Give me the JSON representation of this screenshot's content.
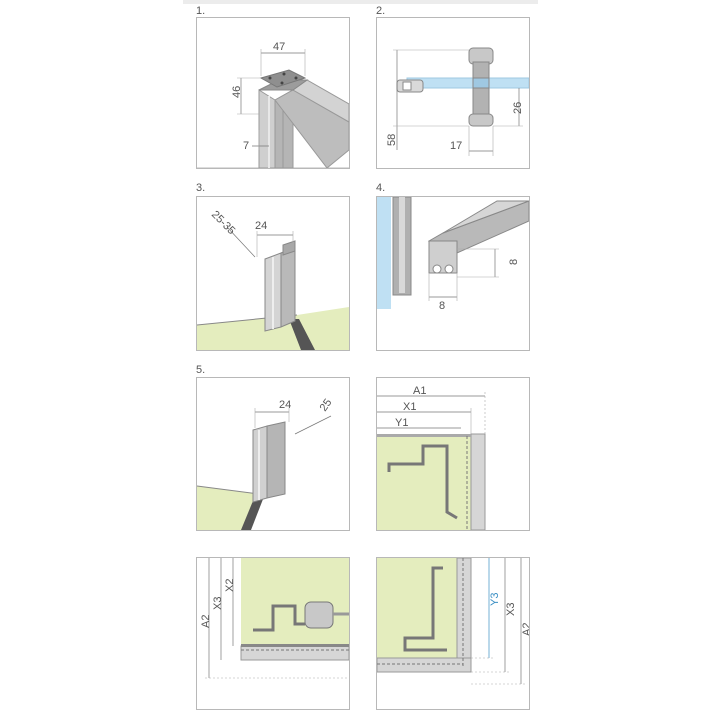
{
  "steps": {
    "s1": "1.",
    "s2": "2.",
    "s3": "3.",
    "s4": "4.",
    "s5": "5."
  },
  "dims": {
    "p1": {
      "width": "47",
      "height": "46",
      "side": "7"
    },
    "p2": {
      "total": "58",
      "width": "17",
      "height": "26"
    },
    "p3": {
      "depth": "25-35",
      "width": "24"
    },
    "p4": {
      "width": "8",
      "height": "8"
    },
    "p5": {
      "width": "24",
      "depth": "25"
    },
    "p6": {
      "a": "A1",
      "x": "X1",
      "y": "Y1"
    },
    "p7": {
      "a": "A2",
      "x3": "X3",
      "x2": "X2"
    },
    "p8": {
      "y3": "Y3",
      "x3": "X3",
      "a": "A2"
    }
  },
  "colors": {
    "wall": "#e4edbe",
    "profile": "#c9c9c9",
    "profile_dark": "#9a9a9a",
    "glass": "#bfe0f3",
    "accent": "#3b8fc4"
  }
}
